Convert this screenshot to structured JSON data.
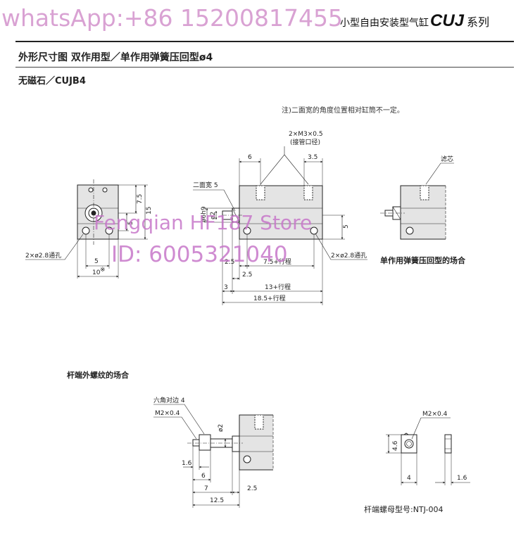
{
  "watermarks": {
    "phone": "whatsApp:+86 15200817455",
    "store": "Fengqian HF187 Store",
    "id": "ID: 6005321040"
  },
  "header": {
    "prefix": "小型自由安装型气缸",
    "series_code": "CUJ",
    "series_suffix": "系列"
  },
  "section_title": "外形尺寸图 双作用型／单作用弹簧压回型ø4",
  "model_label": "无磁石／CUJB4",
  "note": "注)二面宽的角度位置相对缸筒不一定。",
  "front_view": {
    "hole_label": "2×ø2.8通孔",
    "dim_width_small": "5",
    "dim_width_total": "10",
    "dim_width_total_note": "※",
    "dim_height_small": "5",
    "dim_height_mid": "7.5",
    "dim_height_total": "15"
  },
  "side_view": {
    "port_label": "2×M3×0.5",
    "port_sublabel": "(接管口径)",
    "width_across_flats": "二面宽 5",
    "dim_top_left": "6",
    "dim_top_right": "3.5",
    "dim_rod_dia": "ø2",
    "dim_boss_dia": "ø6h9",
    "dim_height_right": "5",
    "dim_left_small": "2.5",
    "dim_mid_bottom": "7.5+行程",
    "dim_lower_small": "2.5",
    "dim_rod_end": "3",
    "dim_body_stroke": "13+行程",
    "dim_total_stroke": "18.5+行程",
    "hole_label": "2×ø2.8通孔"
  },
  "single_acting": {
    "label": "滤芯",
    "caption": "单作用弹簧压回型的场合"
  },
  "rod_thread": {
    "title": "杆端外螺纹的场合",
    "hex_label": "六角对边 4",
    "thread_label": "M2×0.4",
    "dim_rod_dia": "ø2",
    "dim_1": "1.6",
    "dim_2": "6",
    "dim_3": "7",
    "dim_4": "2.5",
    "dim_5": "12.5"
  },
  "nut": {
    "thread_label": "M2×0.4",
    "dim_height": "4.6",
    "dim_width": "4",
    "dim_thick": "1.6",
    "caption": "杆端螺母型号:NTJ-004"
  }
}
